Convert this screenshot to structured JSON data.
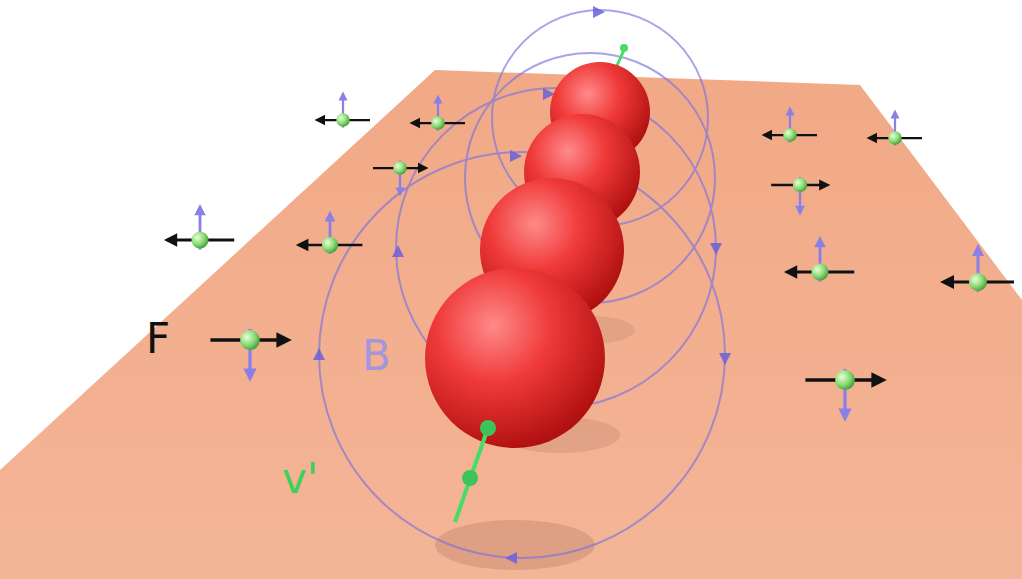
{
  "diagram": {
    "labels": [
      "F",
      "B",
      "v'"
    ]
  }
}
